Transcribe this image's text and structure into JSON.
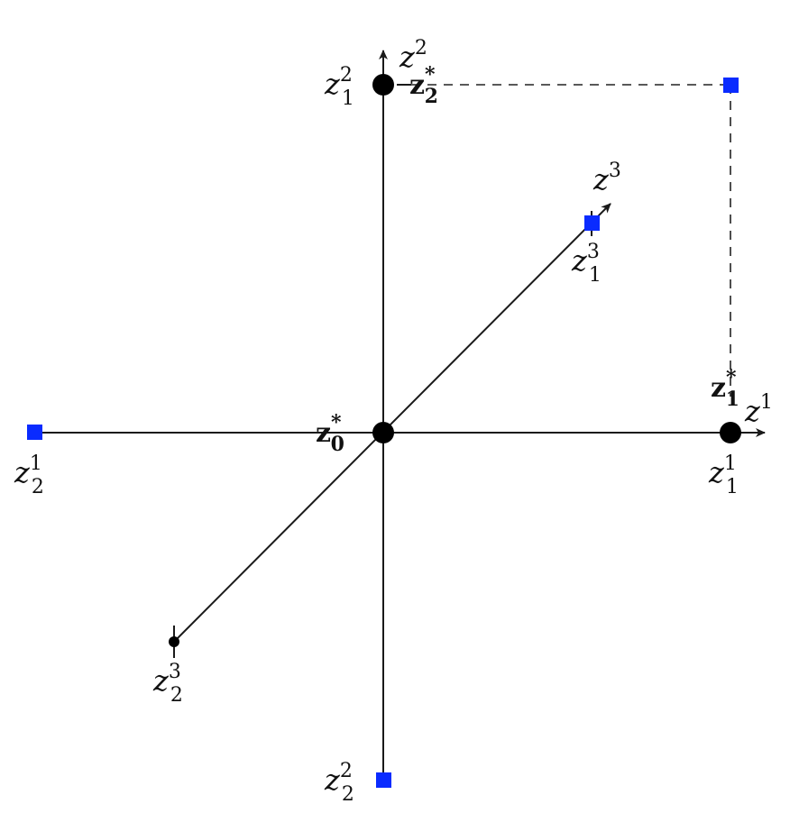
{
  "diagram": {
    "colors": {
      "line": "#1a1a1a",
      "black_point": "#000000",
      "blue_point": "#0a2bff",
      "dashed": "#222222"
    },
    "axes": [
      {
        "id": "z1",
        "base": "z",
        "sup": "1"
      },
      {
        "id": "z2",
        "base": "z",
        "sup": "2"
      },
      {
        "id": "z3",
        "base": "z",
        "sup": "3"
      }
    ],
    "points": [
      {
        "id": "z0star",
        "base": "z",
        "sub": "0",
        "sup": "*",
        "bold": true,
        "marker": "black-circle"
      },
      {
        "id": "z1star",
        "base": "z",
        "sub": "1",
        "sup": "*",
        "bold": true,
        "marker": "black-circle"
      },
      {
        "id": "z2star",
        "base": "z",
        "sub": "2",
        "sup": "*",
        "bold": true,
        "marker": "black-circle"
      },
      {
        "id": "z11",
        "base": "z",
        "sub": "1",
        "sup": "1",
        "marker": "black-circle"
      },
      {
        "id": "z21",
        "base": "z",
        "sub": "2",
        "sup": "1",
        "marker": "blue-square"
      },
      {
        "id": "z12",
        "base": "z",
        "sub": "1",
        "sup": "2",
        "marker": "black-circle"
      },
      {
        "id": "z22",
        "base": "z",
        "sub": "2",
        "sup": "2",
        "marker": "blue-square"
      },
      {
        "id": "z13",
        "base": "z",
        "sub": "1",
        "sup": "3",
        "marker": "blue-square"
      },
      {
        "id": "z23",
        "base": "z",
        "sub": "2",
        "sup": "3",
        "marker": "small-black-dot"
      }
    ],
    "corner_marker": "blue-square"
  }
}
